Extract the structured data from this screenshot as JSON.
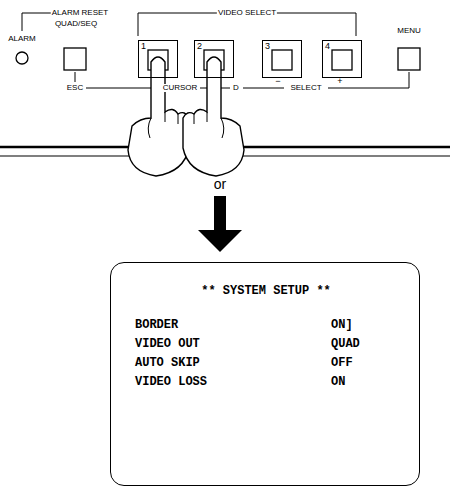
{
  "diagram": {
    "nodes": [
      {
        "text": [
          "1"
        ]
      },
      {
        "text": [
          "2"
        ]
      },
      {
        "text": [
          "3"
        ]
      },
      {
        "text": [
          "4"
        ]
      },
      {
        "text": [
          "** SYSTEM SETUP **",
          "BORDER",
          "ON]",
          "VIDEO OUT",
          "QUAD",
          "AUTO SKIP",
          "OFF",
          "VIDEO LOSS",
          "ON"
        ]
      }
    ],
    "labels": [
      "ALARM",
      "ALARM RESET",
      "QUAD/SEQ",
      "VIDEO SELECT",
      "MENU",
      "ESC",
      "CURSOR",
      "D",
      "−",
      "+",
      "SELECT",
      "or"
    ]
  }
}
